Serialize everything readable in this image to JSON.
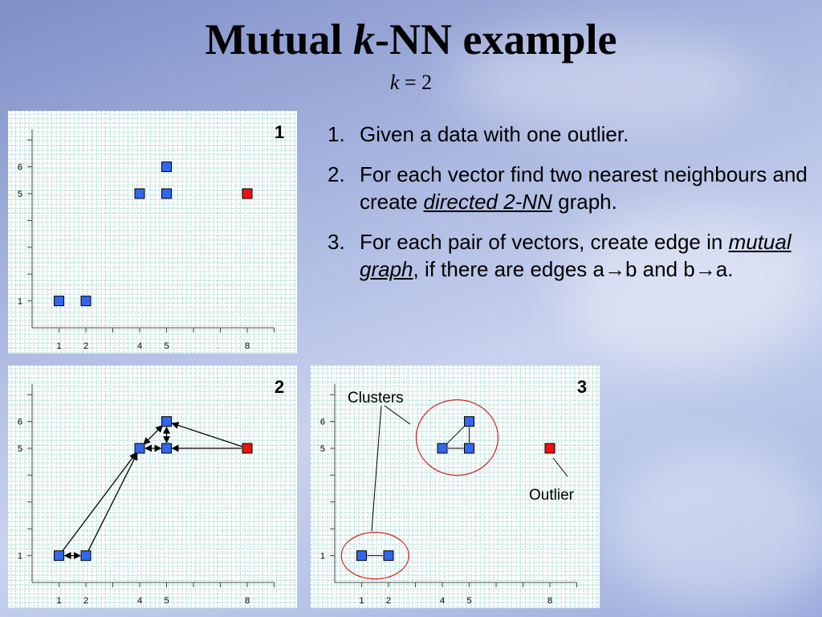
{
  "slide": {
    "title_pre": "Mutual ",
    "title_k": "k",
    "title_post": "-NN example",
    "sub_k": "k",
    "sub_rest": " = 2"
  },
  "steps": [
    {
      "num": "1.",
      "text": "Given a data with one outlier."
    },
    {
      "num": "2.",
      "pre": "For each vector find two nearest neighbours and create ",
      "em": "directed 2-NN",
      "post": " graph."
    },
    {
      "num": "3.",
      "pre": "For each pair of vectors, create edge in ",
      "em": "mutual graph",
      "post": ", if there are edges a→b and b→a."
    }
  ],
  "chart_data": [
    {
      "type": "scatter",
      "panel_label": "1",
      "x_tick_labels": [
        "1",
        "2",
        "4",
        "5",
        "8"
      ],
      "y_tick_labels": [
        "1",
        "5",
        "6"
      ],
      "points": [
        {
          "x": 1,
          "y": 1,
          "color": "#3366ee"
        },
        {
          "x": 2,
          "y": 1,
          "color": "#3366ee"
        },
        {
          "x": 4,
          "y": 5,
          "color": "#3366ee"
        },
        {
          "x": 5,
          "y": 5,
          "color": "#3366ee"
        },
        {
          "x": 5,
          "y": 6,
          "color": "#3366ee"
        },
        {
          "x": 8,
          "y": 5,
          "color": "#ee1111"
        }
      ],
      "xlim": [
        0,
        9
      ],
      "ylim": [
        0,
        7
      ],
      "grid": true
    },
    {
      "type": "scatter",
      "panel_label": "2",
      "x_tick_labels": [
        "1",
        "2",
        "4",
        "5",
        "8"
      ],
      "y_tick_labels": [
        "1",
        "5",
        "6"
      ],
      "points": [
        {
          "x": 1,
          "y": 1,
          "color": "#3366ee"
        },
        {
          "x": 2,
          "y": 1,
          "color": "#3366ee"
        },
        {
          "x": 4,
          "y": 5,
          "color": "#3366ee"
        },
        {
          "x": 5,
          "y": 5,
          "color": "#3366ee"
        },
        {
          "x": 5,
          "y": 6,
          "color": "#3366ee"
        },
        {
          "x": 8,
          "y": 5,
          "color": "#ee1111"
        }
      ],
      "edges": [
        {
          "from": [
            1,
            1
          ],
          "to": [
            2,
            1
          ],
          "bidirectional": true
        },
        {
          "from": [
            1,
            1
          ],
          "to": [
            4,
            5
          ],
          "bidirectional": false
        },
        {
          "from": [
            2,
            1
          ],
          "to": [
            4,
            5
          ],
          "bidirectional": false
        },
        {
          "from": [
            4,
            5
          ],
          "to": [
            5,
            5
          ],
          "bidirectional": true
        },
        {
          "from": [
            5,
            5
          ],
          "to": [
            5,
            6
          ],
          "bidirectional": true
        },
        {
          "from": [
            4,
            5
          ],
          "to": [
            5,
            6
          ],
          "bidirectional": true
        },
        {
          "from": [
            8,
            5
          ],
          "to": [
            5,
            5
          ],
          "bidirectional": false
        },
        {
          "from": [
            8,
            5
          ],
          "to": [
            5,
            6
          ],
          "bidirectional": false
        }
      ],
      "xlim": [
        0,
        9
      ],
      "ylim": [
        0,
        7
      ],
      "grid": true
    },
    {
      "type": "scatter",
      "panel_label": "3",
      "x_tick_labels": [
        "1",
        "2",
        "4",
        "5",
        "8"
      ],
      "y_tick_labels": [
        "1",
        "5",
        "6"
      ],
      "points": [
        {
          "x": 1,
          "y": 1,
          "color": "#3366ee"
        },
        {
          "x": 2,
          "y": 1,
          "color": "#3366ee"
        },
        {
          "x": 4,
          "y": 5,
          "color": "#3366ee"
        },
        {
          "x": 5,
          "y": 5,
          "color": "#3366ee"
        },
        {
          "x": 5,
          "y": 6,
          "color": "#3366ee"
        },
        {
          "x": 8,
          "y": 5,
          "color": "#ee1111"
        }
      ],
      "edges": [
        {
          "from": [
            1,
            1
          ],
          "to": [
            2,
            1
          ],
          "bidirectional": false
        },
        {
          "from": [
            4,
            5
          ],
          "to": [
            5,
            5
          ],
          "bidirectional": false
        },
        {
          "from": [
            5,
            5
          ],
          "to": [
            5,
            6
          ],
          "bidirectional": false
        },
        {
          "from": [
            4,
            5
          ],
          "to": [
            5,
            6
          ],
          "bidirectional": false
        }
      ],
      "annotations": {
        "clusters_label": "Clusters",
        "outlier_label": "Outlier"
      },
      "xlim": [
        0,
        9
      ],
      "ylim": [
        0,
        7
      ],
      "grid": true
    }
  ]
}
